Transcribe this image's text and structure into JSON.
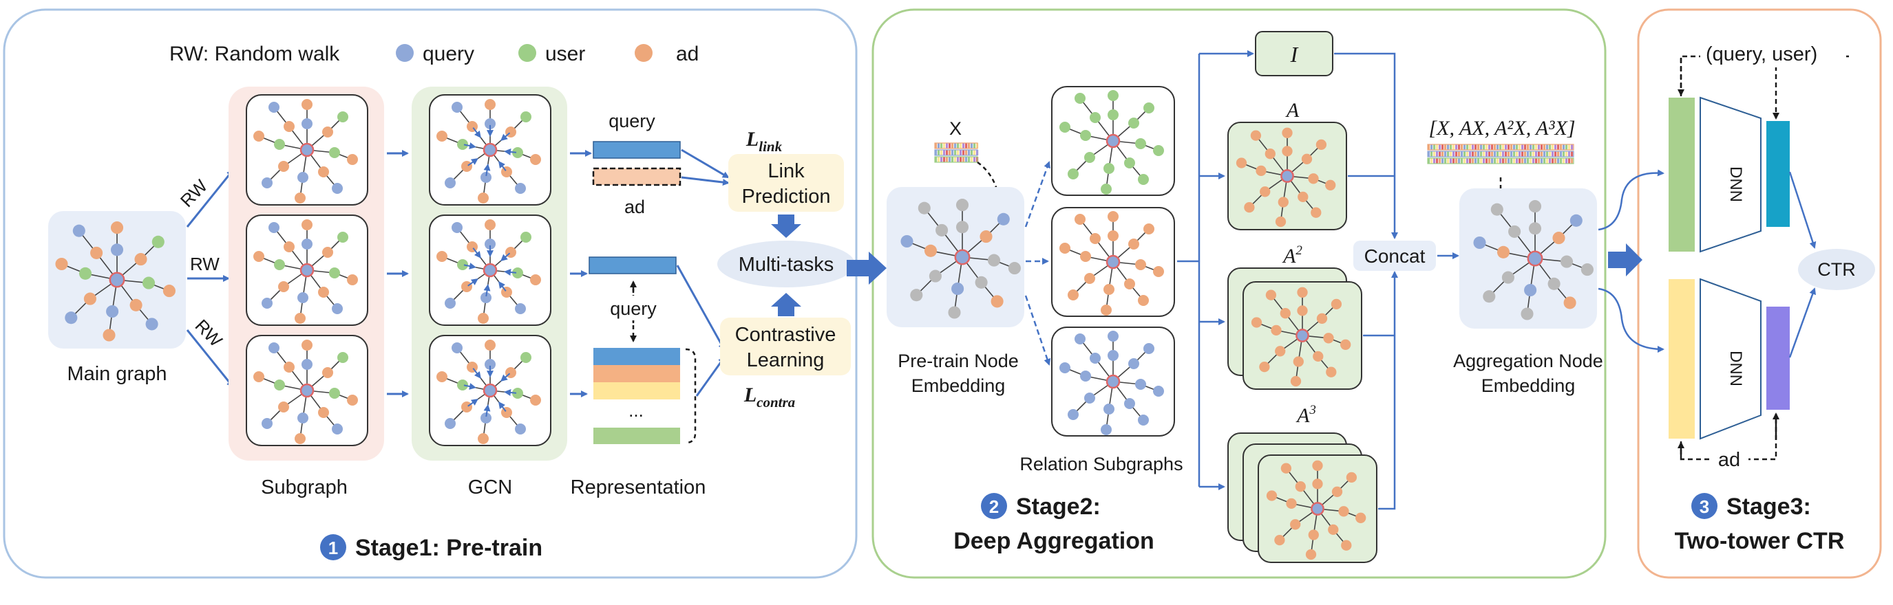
{
  "legend": {
    "rw_label": "RW: Random walk",
    "items": [
      {
        "label": "query",
        "color": "#8fa8d8"
      },
      {
        "label": "user",
        "color": "#9dce87"
      },
      {
        "label": "ad",
        "color": "#eda77a"
      }
    ]
  },
  "colors": {
    "stage1_border": "#a9c4e4",
    "stage2_border": "#a9d08e",
    "stage3_border": "#f2b48f",
    "arrow": "#4472c4",
    "center_node": "#e06666"
  },
  "stage1": {
    "number": "1",
    "title": "Stage1: Pre-train",
    "main_graph_label": "Main graph",
    "rw_labels": [
      "RW",
      "RW",
      "RW"
    ],
    "subgraph_label": "Subgraph",
    "gcn_label": "GCN",
    "representation_label": "Representation",
    "query_top": "query",
    "ad_top": "ad",
    "query_mid": "query",
    "ellipsis": "...",
    "loss_link": "L",
    "loss_link_sub": "link",
    "link_prediction_line1": "Link",
    "link_prediction_line2": "Prediction",
    "multi_tasks": "Multi-tasks",
    "contrastive_line1": "Contrastive",
    "contrastive_line2": "Learning",
    "loss_contra": "L",
    "loss_contra_sub": "contra"
  },
  "stage2": {
    "number": "2",
    "title_line1": "Stage2:",
    "title_line2": "Deep Aggregation",
    "x_label": "X",
    "pretrain_line1": "Pre-train Node",
    "pretrain_line2": "Embedding",
    "relation_subgraphs": "Relation Subgraphs",
    "identity": "I",
    "a1": "A",
    "a2": "A",
    "a2_sup": "2",
    "a3": "A",
    "a3_sup": "3",
    "concat": "Concat",
    "formula": "[X, AX, A²X, A³X]",
    "aggregation_line1": "Aggregation Node",
    "aggregation_line2": "Embedding"
  },
  "stage3": {
    "number": "3",
    "title_line1": "Stage3:",
    "title_line2": "Two-tower CTR",
    "query_user": "(query, user)",
    "ad": "ad",
    "dnn_top": "DNN",
    "dnn_bottom": "DNN",
    "ctr": "CTR"
  }
}
